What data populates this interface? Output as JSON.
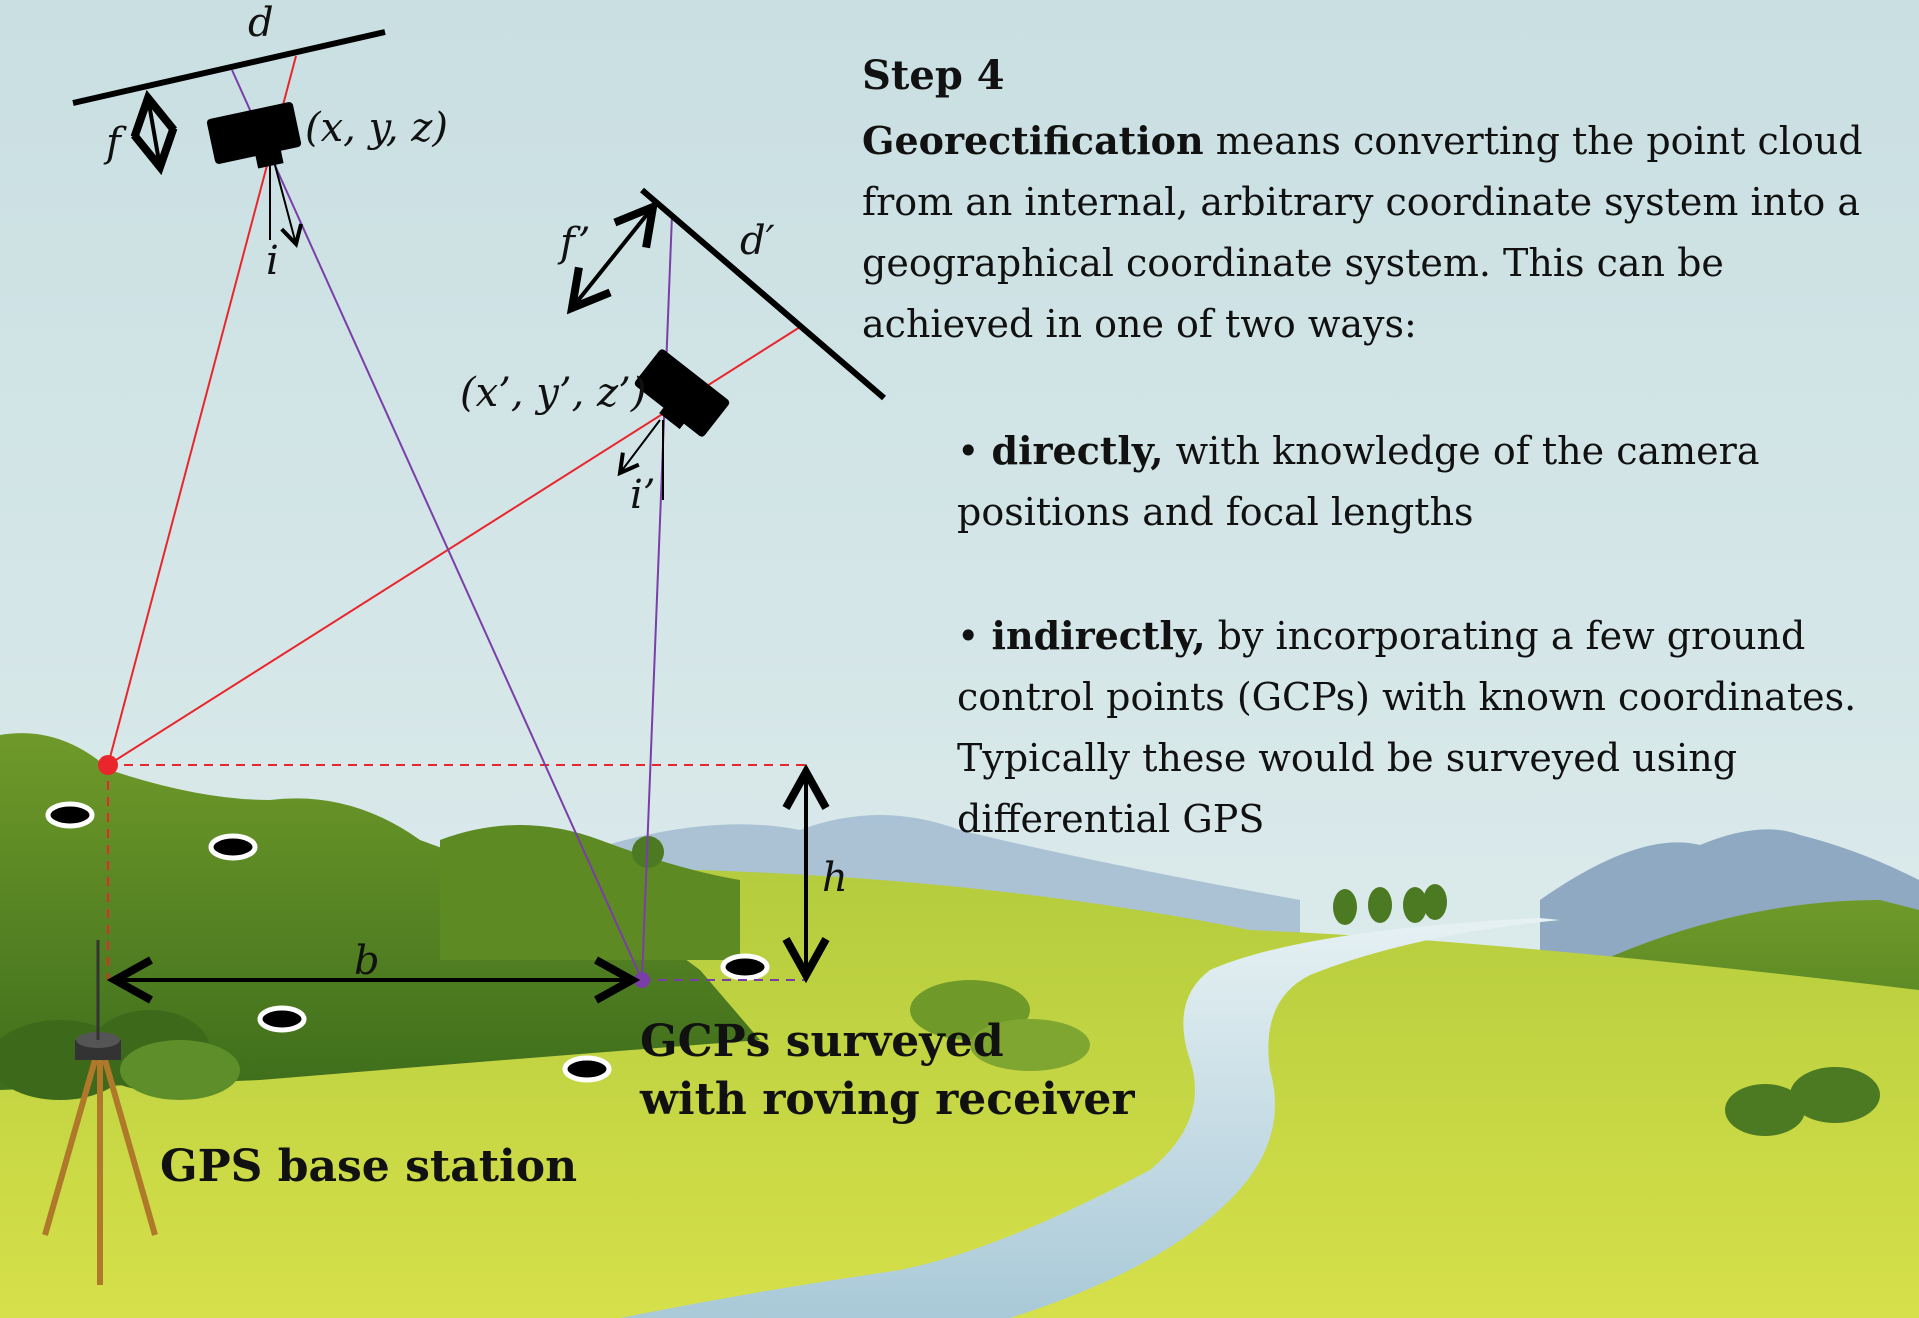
{
  "step": {
    "title": "Step 4"
  },
  "description": {
    "term": "Georectification",
    "text": " means converting the point cloud from an internal, arbitrary coordinate system into a geographical coordinate system. This can be achieved in one of two ways:"
  },
  "methods": [
    {
      "bullet": "•",
      "term": "directly,",
      "text": " with knowledge of the camera positions and focal lengths"
    },
    {
      "bullet": "•",
      "term": "indirectly,",
      "text": " by incorporating a few ground control points (GCPs) with known coordinates. Typically these would be surveyed using differential GPS"
    }
  ],
  "labels": {
    "d": "d",
    "f": "f",
    "cam1_coords": "(x, y, z)",
    "i": "i",
    "f_prime": "f’",
    "d_prime": "d′",
    "cam2_coords": "(x’, y’, z’)",
    "i_prime": "i’",
    "h": "h",
    "b": "b"
  },
  "captions": {
    "gcps_line1": "GCPs surveyed",
    "gcps_line2": "with roving receiver",
    "base_station": "GPS base station"
  },
  "colors": {
    "sky": "#cfe3e6",
    "ray_red": "#e8262b",
    "ray_purple": "#7a3ea8",
    "grass": "#a8c43a",
    "river": "#c7dfe8"
  }
}
